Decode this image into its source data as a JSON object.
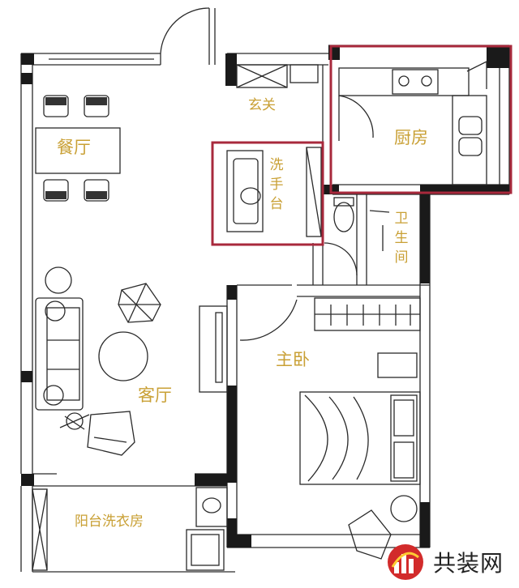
{
  "rooms": {
    "dining": "餐厅",
    "living": "客厅",
    "entrance": "玄关",
    "kitchen": "厨房",
    "vanity": "洗手台",
    "bathroom": "卫生间",
    "master_bedroom": "主卧",
    "balcony": "阳台洗衣房"
  },
  "watermark": {
    "text": "共装网",
    "logo_text": "共装网"
  },
  "colors": {
    "wall": "#1a1a1a",
    "line": "#2a2a2a",
    "label": "#c9a035",
    "highlight": "#a8293c",
    "logo": "#d22b2b"
  }
}
